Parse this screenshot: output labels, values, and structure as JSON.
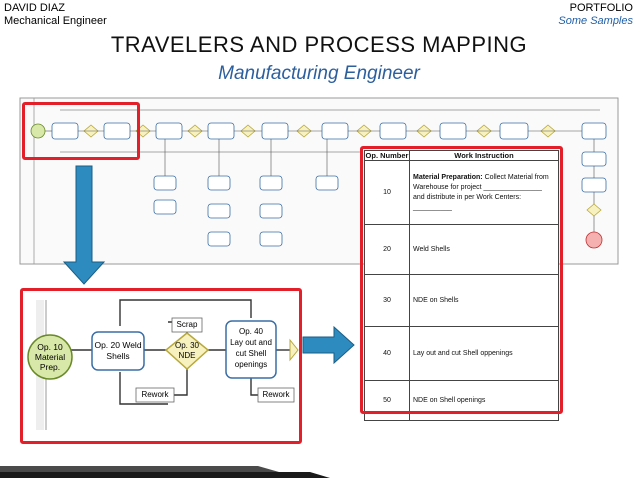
{
  "header": {
    "author": "DAVID DIAZ",
    "role": "Mechanical Engineer",
    "portfolio": "PORTFOLIO",
    "samples": "Some Samples"
  },
  "title": "TRAVELERS AND PROCESS MAPPING",
  "subtitle": "Manufacturing Engineer",
  "table": {
    "col_op": "Op. Number",
    "col_instr": "Work Instruction",
    "rows": [
      {
        "op": "10",
        "bold": "Material Preparation:",
        "text": " Collect Material from Warehouse for project _______________ and distribute in per Work Centers: __________"
      },
      {
        "op": "20",
        "bold": "",
        "text": "Weld Shells"
      },
      {
        "op": "30",
        "bold": "",
        "text": "NDE on Shells"
      },
      {
        "op": "40",
        "bold": "",
        "text": "Lay out and cut Shell oppenings"
      },
      {
        "op": "50",
        "bold": "",
        "text": "NDE on Shell openings"
      }
    ]
  },
  "zoom": {
    "start": "Op. 10\nMaterial\nPrep.",
    "op20": "Op. 20 Weld\nShells",
    "op30": "Op. 30\nNDE",
    "op40": "Op. 40\nLay out and\ncut Shell\nopenings",
    "scrap": "Scrap",
    "rework1": "Rework",
    "rework2": "Rework"
  },
  "colors": {
    "accent_red": "#e3202a",
    "arrow_blue": "#2e8bc0",
    "box_stroke": "#3a6ea5",
    "start_fill": "#d8e8a8",
    "decision_fill": "#f7f1c0"
  }
}
